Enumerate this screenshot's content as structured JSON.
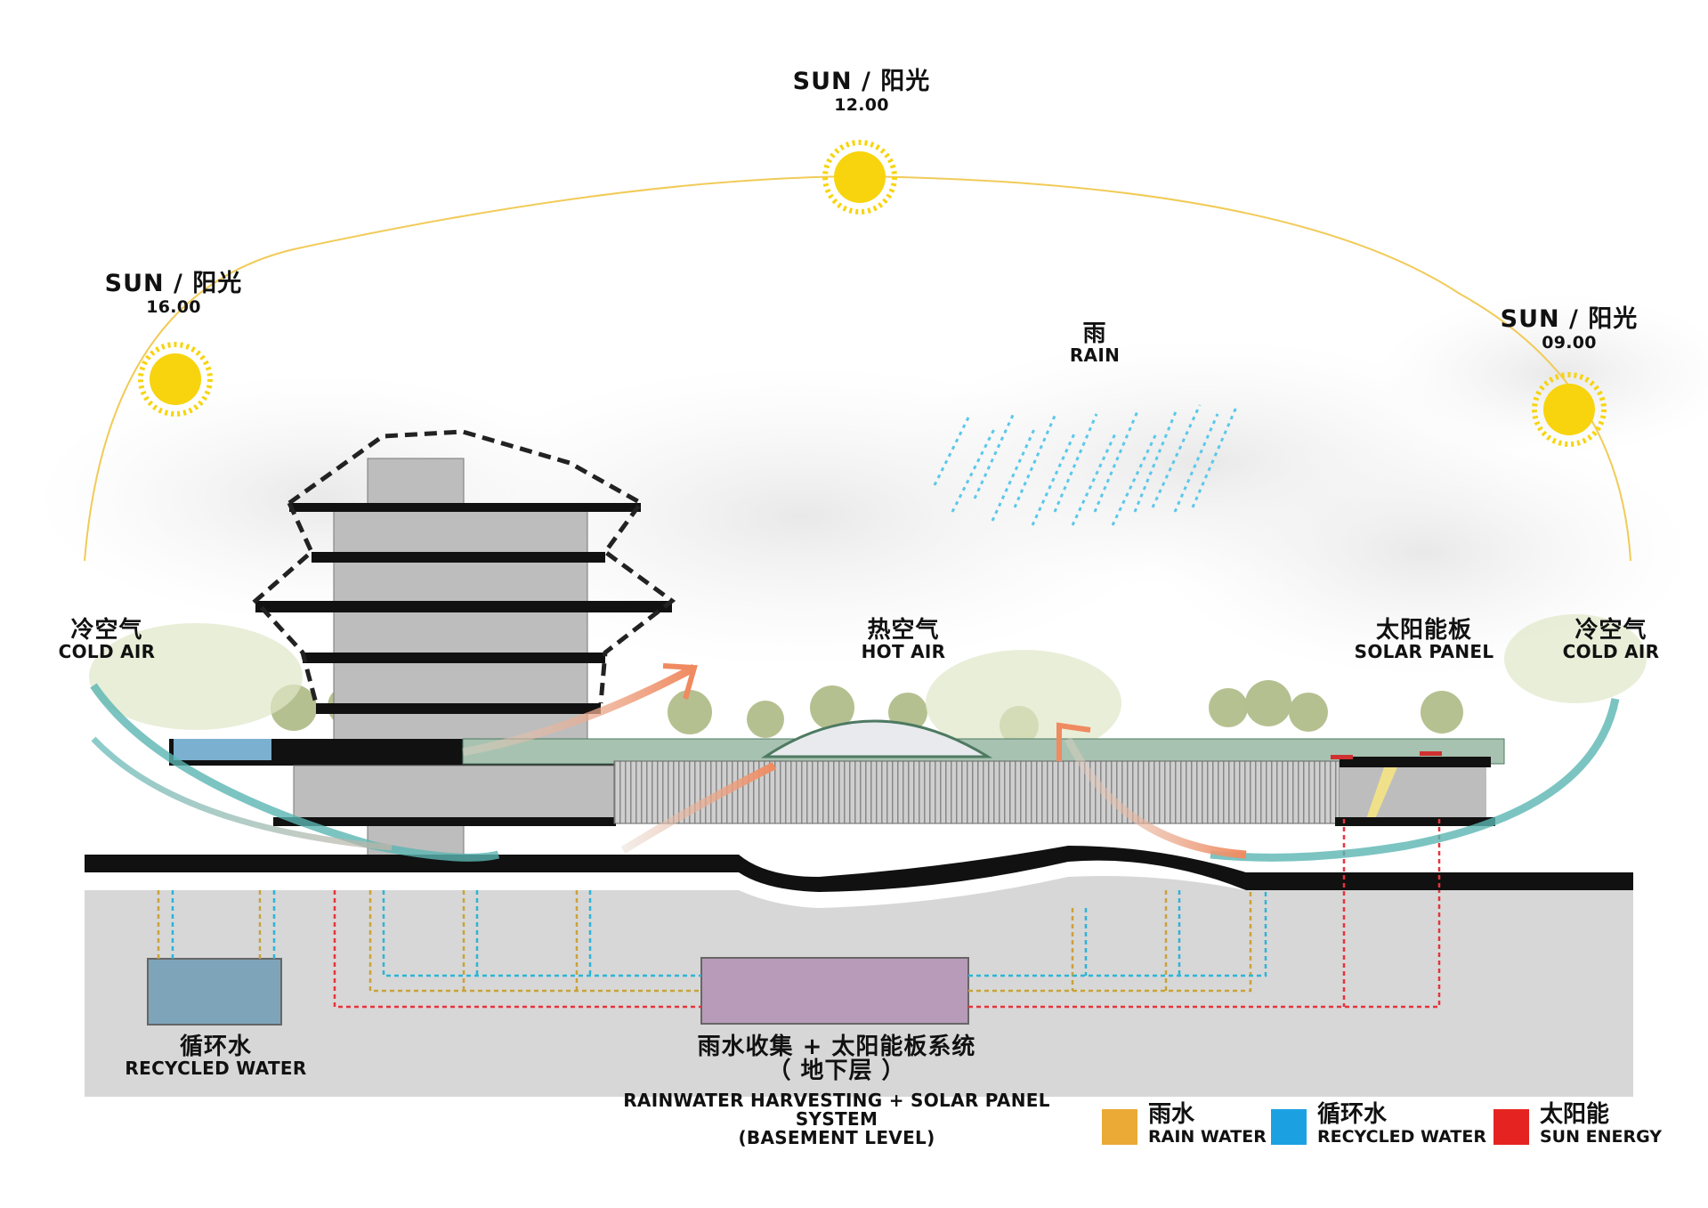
{
  "title": "Section diagram: sun path, rain, air flow and basement rainwater harvesting + solar panel system",
  "sun_positions": [
    {
      "id": "sun-1600",
      "label": "SUN / 阳光",
      "time": "16.00"
    },
    {
      "id": "sun-1200",
      "label": "SUN / 阳光",
      "time": "12.00"
    },
    {
      "id": "sun-0900",
      "label": "SUN / 阳光",
      "time": "09.00"
    }
  ],
  "labels": {
    "rain": {
      "zh": "雨",
      "en": "RAIN"
    },
    "cold_air_left": {
      "zh": "冷空气",
      "en": "COLD AIR"
    },
    "hot_air": {
      "zh": "热空气",
      "en": "HOT AIR"
    },
    "solar_panel": {
      "zh": "太阳能板",
      "en": "SOLAR PANEL"
    },
    "cold_air_right": {
      "zh": "冷空气",
      "en": "COLD AIR"
    },
    "recycled_water_tank": {
      "zh": "循环水",
      "en": "RECYCLED WATER"
    },
    "system": {
      "zh_line1": "雨水收集 + 太阳能板系统",
      "zh_line2": "（ 地下层 ）",
      "en_line1": "RAINWATER HARVESTING + SOLAR PANEL SYSTEM",
      "en_line2": "(BASEMENT LEVEL)"
    }
  },
  "legend": [
    {
      "zh": "雨水",
      "en": "RAIN WATER",
      "color": "#EBAA35"
    },
    {
      "zh": "循环水",
      "en": "RECYCLED WATER",
      "color": "#1BA1E2"
    },
    {
      "zh": "太阳能",
      "en": "SUN ENERGY",
      "color": "#E52421"
    }
  ],
  "colors": {
    "sun": "#F7D40E",
    "sun_arc": "#F1CB58",
    "rain": "#5BC8EA",
    "cold_air": "#5AB5B3",
    "hot_air": "#F08A60",
    "basement": "#D7D7D7",
    "recycled_tank": "#7EA4BA",
    "system_box": "#B89BB8",
    "rain_pipe": "#C9A23B",
    "recycled_pipe": "#2DB4D6",
    "sun_pipe": "#E8333A"
  }
}
